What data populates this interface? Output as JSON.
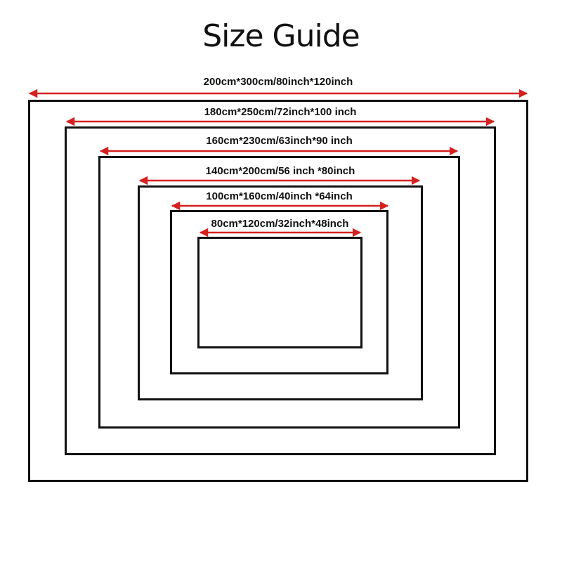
{
  "title": "Size Guide",
  "arrow_color": "#d62020",
  "frame_color": "#111111",
  "sizes": [
    {
      "label": "200cm*300cm/80inch*120inch"
    },
    {
      "label": "180cm*250cm/72inch*100 inch"
    },
    {
      "label": "160cm*230cm/63inch*90 inch"
    },
    {
      "label": "140cm*200cm/56 inch *80inch"
    },
    {
      "label": "100cm*160cm/40inch *64inch"
    },
    {
      "label": "80cm*120cm/32inch*48inch"
    }
  ]
}
